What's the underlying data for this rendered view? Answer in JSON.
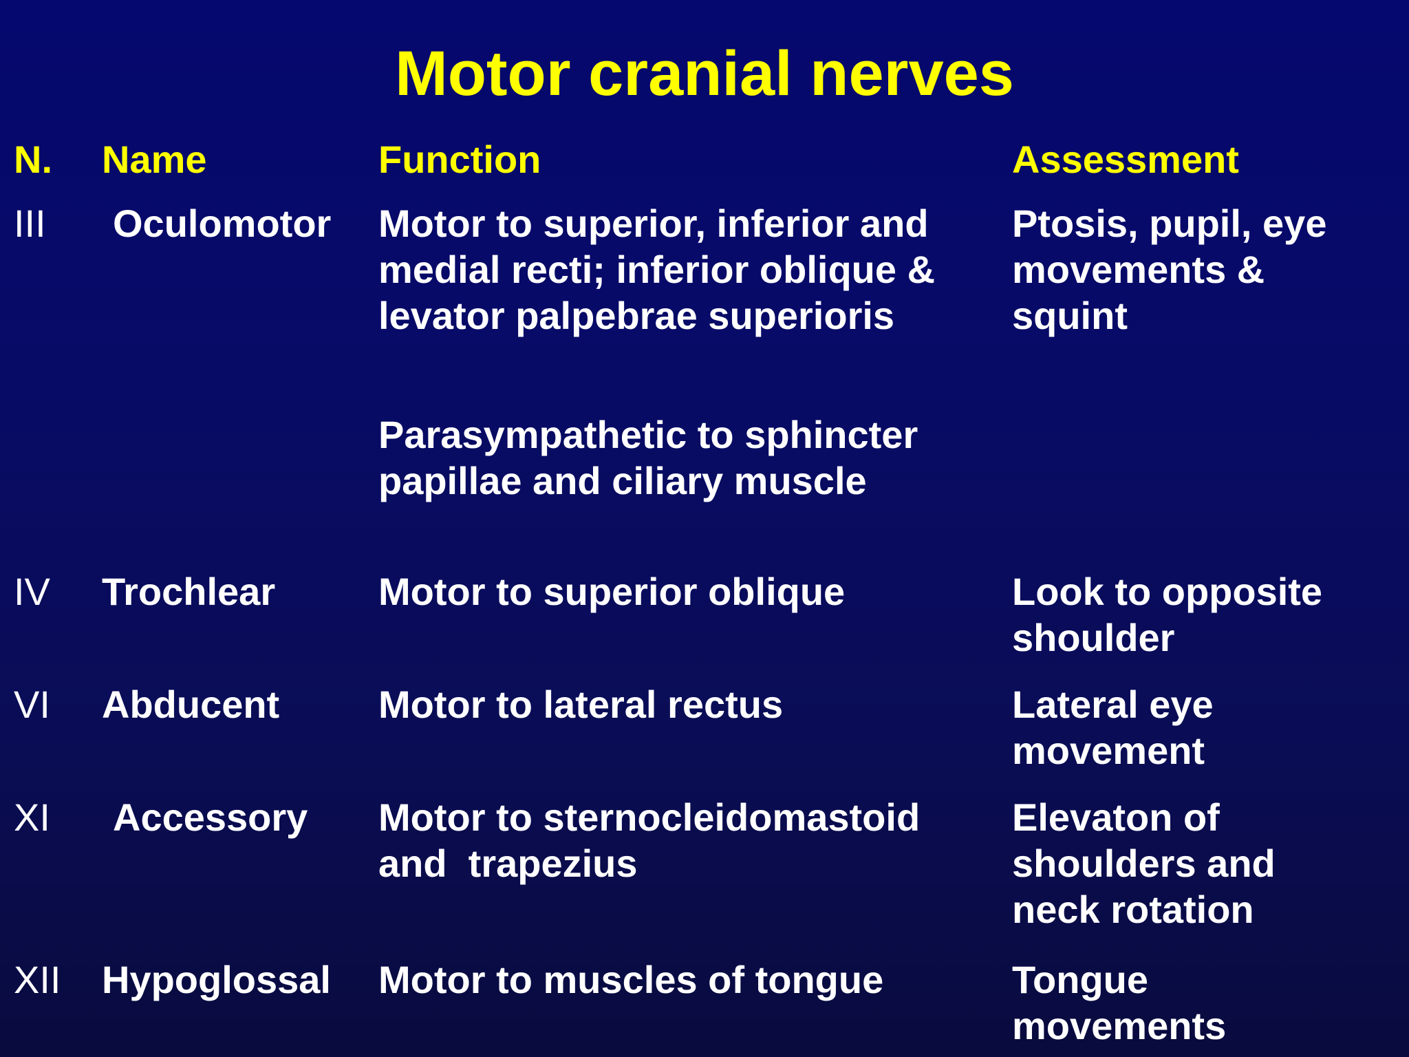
{
  "slide": {
    "title": "Motor cranial nerves",
    "headers": {
      "number": "N.",
      "name": "Name",
      "function": "Function",
      "assessment": "Assessment"
    },
    "rows": [
      {
        "number": "III",
        "name": "Oculomotor",
        "function": "Motor to superior, inferior and\nmedial recti; inferior oblique &\nlevator palpebrae superioris",
        "function_extra": "Parasympathetic to sphincter\npapillae and ciliary muscle",
        "assessment": "Ptosis, pupil, eye\nmovements &\nsquint"
      },
      {
        "number": "IV",
        "name": "Trochlear",
        "function": "Motor to superior oblique",
        "assessment": "Look to opposite\nshoulder"
      },
      {
        "number": "VI",
        "name": "Abducent",
        "function": "Motor to lateral rectus",
        "assessment": "Lateral eye\nmovement"
      },
      {
        "number": "XI",
        "name": "Accessory",
        "function": "Motor to sternocleidomastoid\nand  trapezius",
        "assessment": "Elevaton of\nshoulders and\nneck rotation"
      },
      {
        "number": "XII",
        "name": "Hypoglossal",
        "function": "Motor to muscles of tongue",
        "assessment": "Tongue\nmovements"
      }
    ]
  },
  "colors": {
    "background_top": "#05086e",
    "background_bottom": "#090b3e",
    "title": "#ffff00",
    "header": "#ffff00",
    "body_text": "#ffffff"
  }
}
